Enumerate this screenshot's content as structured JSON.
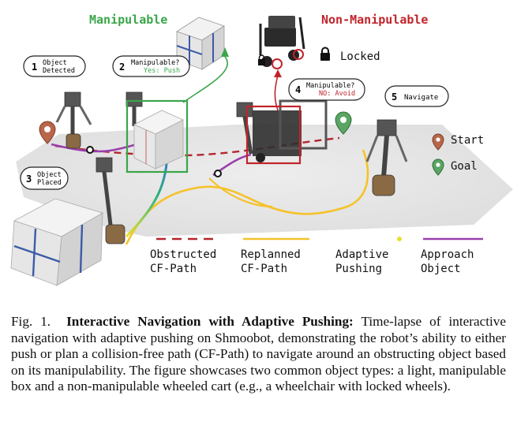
{
  "figure": {
    "title_manipulable": "Manipulable",
    "title_non_manipulable": "Non-Manipulable",
    "locked_label": "Locked",
    "steps": [
      {
        "num": "1",
        "text_lines": [
          "Object",
          "Detected"
        ]
      },
      {
        "num": "2",
        "text_lines": [
          "Manipulable?",
          "Yes: Push"
        ]
      },
      {
        "num": "3",
        "text_lines": [
          "Object",
          "Placed"
        ]
      },
      {
        "num": "4",
        "text_lines": [
          "Manipulable?",
          "NO: Avoid"
        ]
      },
      {
        "num": "5",
        "text_lines": [
          "Navigate"
        ]
      }
    ],
    "legend_markers": [
      {
        "label": "Start",
        "color": "#b9664a"
      },
      {
        "label": "Goal",
        "color": "#5aa564"
      }
    ],
    "path_legend": [
      {
        "lines": [
          "Obstructed",
          "CF-Path"
        ],
        "color": "#b3262d"
      },
      {
        "lines": [
          "Replanned",
          "CF-Path"
        ],
        "color": "#f5c22b"
      },
      {
        "lines": [
          "Adaptive",
          "Pushing"
        ],
        "color": "gradient"
      },
      {
        "lines": [
          "Approach",
          "Object"
        ],
        "color": "#9b3fae"
      }
    ],
    "colors": {
      "manipulable": "#3aa64a",
      "non_manipulable": "#c0242b",
      "approach": "#9b3fae",
      "replanned": "#f5c22b",
      "obstructed": "#b3262d"
    }
  },
  "caption": {
    "fig_label": "Fig. 1.",
    "bold_title": "Interactive Navigation with Adaptive Pushing:",
    "body": "Time-lapse of interactive navigation with adaptive pushing on Shmoobot, demonstrating the robot’s ability to either push or plan a collision-free path (CF-Path) to navigate around an obstructing object based on its manipulability. The figure showcases two common object types: a light, manipulable box and a non-manipulable wheeled cart (e.g., a wheelchair with locked wheels)."
  }
}
